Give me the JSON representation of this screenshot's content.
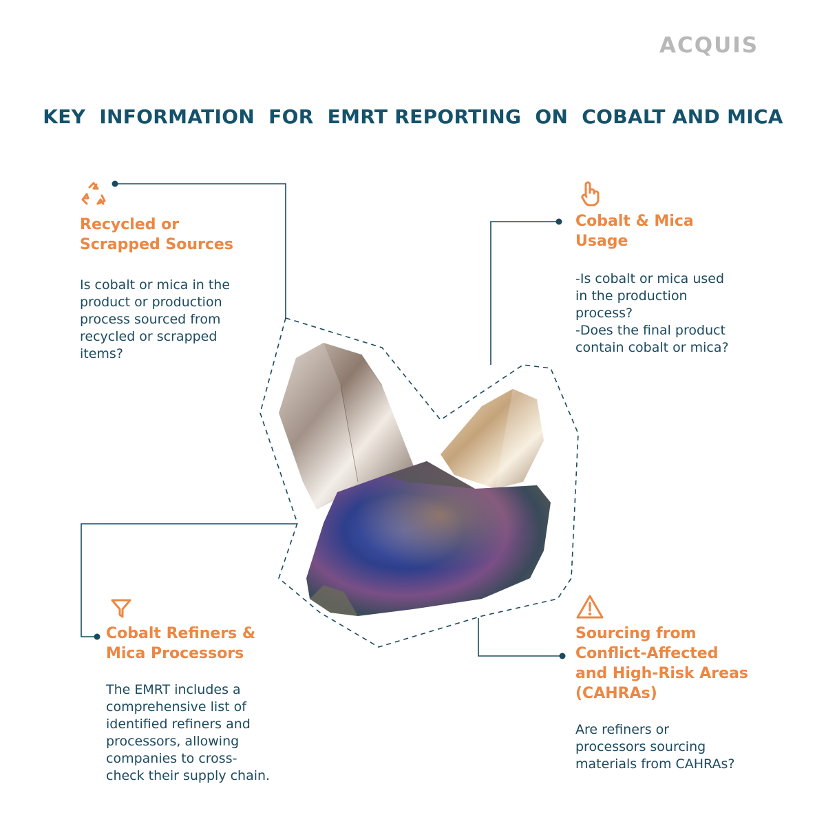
{
  "brand": {
    "logo_text": "ACQUIS"
  },
  "title": "KEY  INFORMATION  FOR  EMRT REPORTING  ON  COBALT AND MICA",
  "sections": {
    "recycled": {
      "icon": "recycle-icon",
      "heading": "Recycled or\nScrapped Sources",
      "body": "Is cobalt or mica in the\nproduct or production\nprocess sourced from\nrecycled or scrapped\nitems?"
    },
    "usage": {
      "icon": "hand-pointer-icon",
      "heading": "Cobalt & Mica\nUsage",
      "body": "-Is cobalt or mica used\nin the production\nprocess?\n-Does the final product\ncontain cobalt or mica?"
    },
    "refiners": {
      "icon": "filter-icon",
      "heading": "Cobalt Refiners &\nMica Processors",
      "body": "The EMRT includes a\ncomprehensive list of\nidentified refiners and\nprocessors, allowing\ncompanies to cross-\ncheck their supply chain."
    },
    "cahras": {
      "icon": "warning-icon",
      "heading": "Sourcing from\nConflict-Affected\nand High-Risk Areas\n(CAHRAs)",
      "body": "Are refiners or\nprocessors sourcing\nmaterials from CAHRAs?"
    }
  },
  "image": {
    "subject": "mineral-specimen-quartz-crystals-on-iridescent-ore"
  },
  "colors": {
    "title": "#14526b",
    "heading": "#ec8743",
    "body": "#1c4a5e",
    "connector": "#1a4a5e",
    "logo": "#b8b8b8"
  }
}
